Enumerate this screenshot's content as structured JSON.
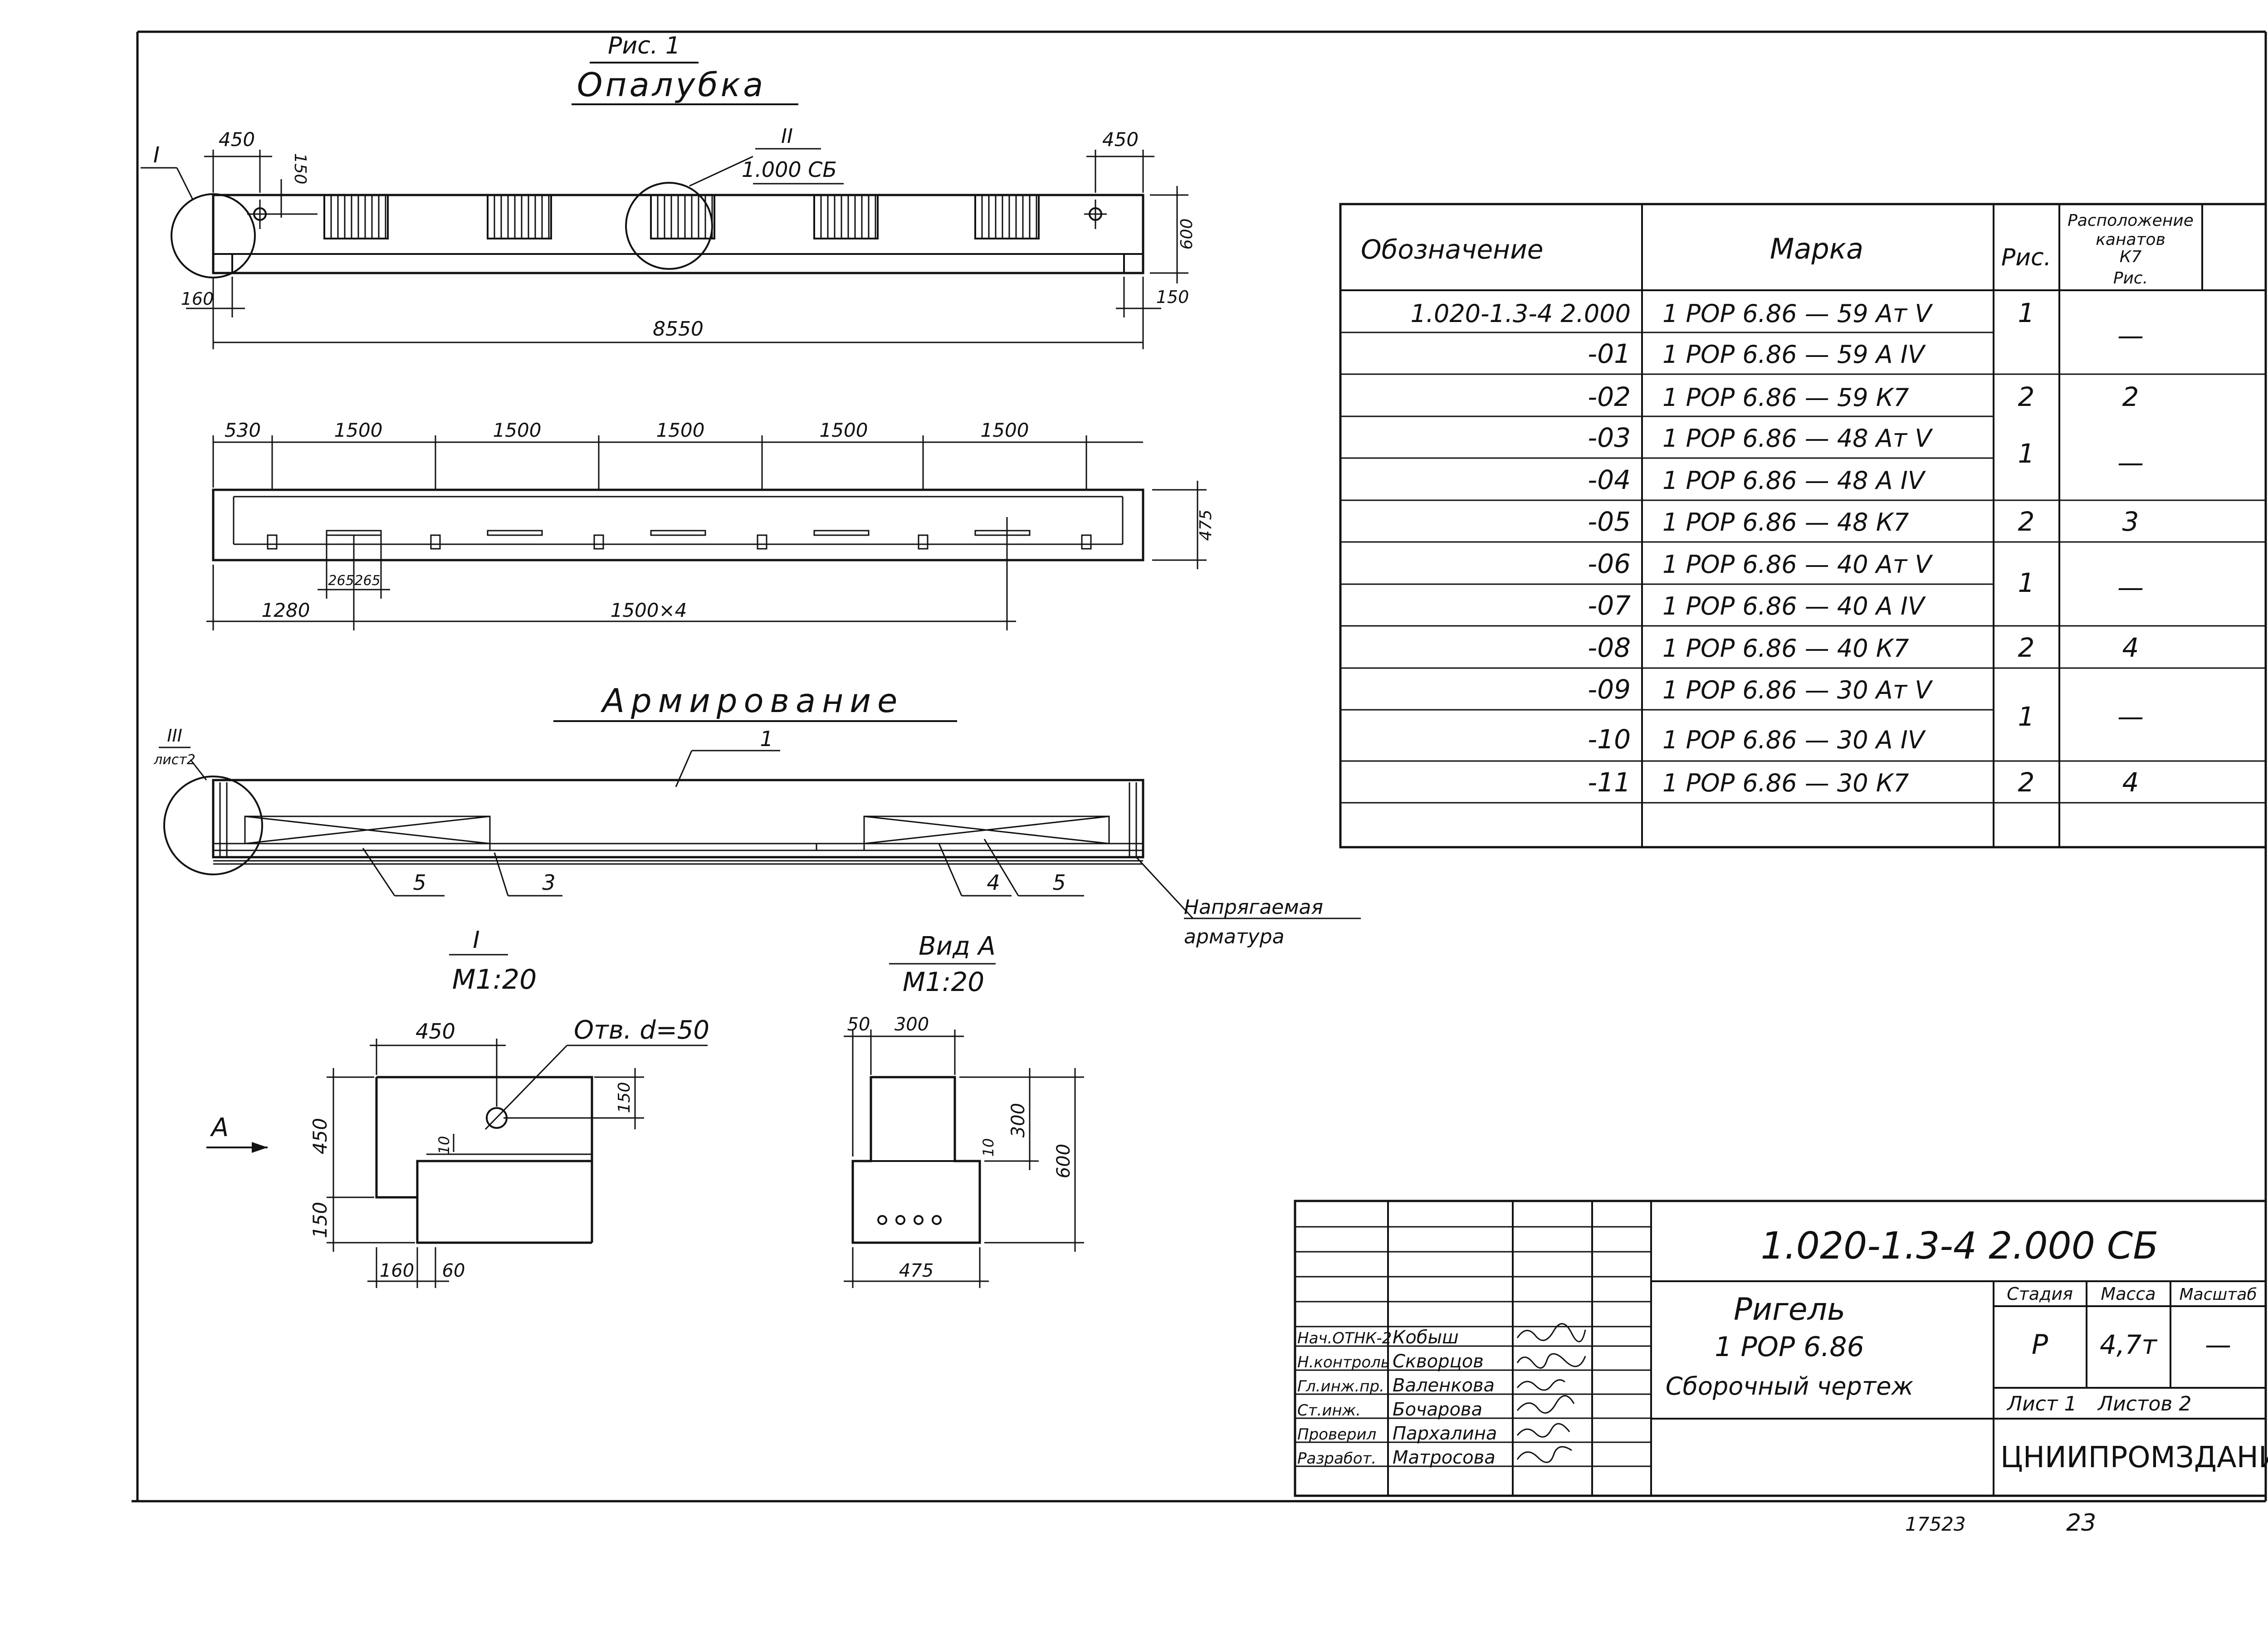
{
  "fig1": {
    "caption": "Рис. 1",
    "title": "Опалубка",
    "callout_I": "I",
    "callout_II": "II",
    "callout_II_doc": "1.000 СБ",
    "dim_450_left": "450",
    "dim_150_top": "150",
    "dim_450_right": "450",
    "dim_600": "600",
    "dim_160_left": "160",
    "dim_150_right": "150",
    "dim_8550": "8550"
  },
  "plan": {
    "dim_530": "530",
    "dims_1500": [
      "1500",
      "1500",
      "1500",
      "1500",
      "1500"
    ],
    "dim_475": "475",
    "dim_265a": "265",
    "dim_265b": "265",
    "dim_1280": "1280",
    "dim_1500x4": "1500×4"
  },
  "reinforcement": {
    "title": "Армирование",
    "callout_III": "III",
    "callout_sheet": "лист2",
    "pos_1": "1",
    "pos_3": "3",
    "pos_4": "4",
    "pos_5a": "5",
    "pos_5b": "5",
    "tension_label_1": "Напрягаемая",
    "tension_label_2": "арматура"
  },
  "detail_I": {
    "title": "I",
    "scale": "М1:20",
    "hole_label": "Отв. d=50",
    "dim_450_top": "450",
    "dim_150_right": "150",
    "dim_10": "10",
    "dim_450_left": "450",
    "dim_150_left": "150",
    "dim_160": "160",
    "dim_60": "60",
    "view_arrow": "А"
  },
  "view_A": {
    "title": "Вид А",
    "scale": "М1:20",
    "dim_50": "50",
    "dim_300_top": "300",
    "dim_10": "10",
    "dim_300_side": "300",
    "dim_600": "600",
    "dim_475": "475"
  },
  "spec_table": {
    "headers": [
      "Обозначение",
      "Марка",
      "Рис.",
      "Расположение канатов К7 Рис."
    ],
    "header_loc_lines": [
      "Расположение",
      "канатов",
      "К7",
      "Рис."
    ],
    "rows": [
      {
        "designation": "1.020-1.3-4 2.000",
        "mark": "1 РОР 6.86 — 59 Ат V",
        "fig": "1",
        "loc": "—"
      },
      {
        "designation": "-01",
        "mark": "1 РОР 6.86 — 59 А IV",
        "fig": "",
        "loc": ""
      },
      {
        "designation": "-02",
        "mark": "1 РОР 6.86 — 59 К7",
        "fig": "2",
        "loc": "2"
      },
      {
        "designation": "-03",
        "mark": "1 РОР 6.86 — 48 Ат V",
        "fig": "1",
        "loc": "—"
      },
      {
        "designation": "-04",
        "mark": "1 РОР 6.86 — 48 А IV",
        "fig": "",
        "loc": ""
      },
      {
        "designation": "-05",
        "mark": "1 РОР 6.86 — 48 К7",
        "fig": "2",
        "loc": "3"
      },
      {
        "designation": "-06",
        "mark": "1 РОР 6.86 — 40 Ат V",
        "fig": "1",
        "loc": "—"
      },
      {
        "designation": "-07",
        "mark": "1 РОР 6.86 — 40 А IV",
        "fig": "",
        "loc": ""
      },
      {
        "designation": "-08",
        "mark": "1 РОР 6.86 — 40 К7",
        "fig": "2",
        "loc": "4"
      },
      {
        "designation": "-09",
        "mark": "1 РОР 6.86 — 30 Ат V",
        "fig": "1",
        "loc": "—"
      },
      {
        "designation": "-10",
        "mark": "1 РОР 6.86 — 30 А IV",
        "fig": "",
        "loc": ""
      },
      {
        "designation": "-11",
        "mark": "1 РОР 6.86 — 30 К7",
        "fig": "2",
        "loc": "4"
      },
      {
        "designation": "",
        "mark": "",
        "fig": "",
        "loc": ""
      }
    ]
  },
  "title_block": {
    "doc_code": "1.020-1.3-4 2.000 СБ",
    "name_1": "Ригель",
    "name_2": "1 РОР 6.86",
    "name_3": "Сборочный чертеж",
    "col_stage": "Стадия",
    "col_mass": "Масса",
    "col_scale": "Масштаб",
    "stage": "Р",
    "mass": "4,7т",
    "scale": "—",
    "sheet": "Лист 1",
    "sheets": "Листов 2",
    "org": "ЦНИИПРОМЗДАНИЙ",
    "signatures": [
      {
        "role": "Нач.ОТНК-2",
        "name": "Кобыш"
      },
      {
        "role": "Н.контроль",
        "name": "Скворцов"
      },
      {
        "role": "Гл.инж.пр.",
        "name": "Валенкова"
      },
      {
        "role": "Ст.инж.",
        "name": "Бочарова"
      },
      {
        "role": "Проверил",
        "name": "Парxалина"
      },
      {
        "role": "Разработ.",
        "name": "Матросова"
      }
    ]
  },
  "footer": {
    "inventory": "17523",
    "page": "23"
  }
}
